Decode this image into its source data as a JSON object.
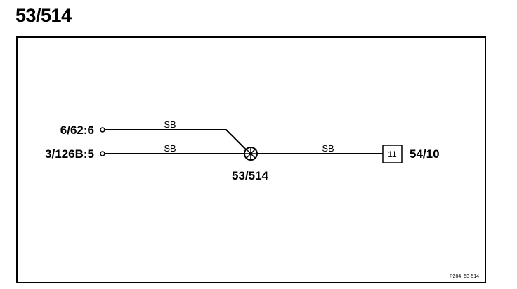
{
  "title": "53/514",
  "connectors": {
    "top": "6/62:6",
    "bottom": "3/126B:5"
  },
  "wires": {
    "upper": "SB",
    "lower": "SB",
    "right": "SB"
  },
  "splice": {
    "label": "53/514"
  },
  "component": {
    "pin": "11",
    "label": "54/10"
  },
  "reference": "P204  53-514",
  "colors": {
    "line": "#000000",
    "background": "#ffffff"
  }
}
